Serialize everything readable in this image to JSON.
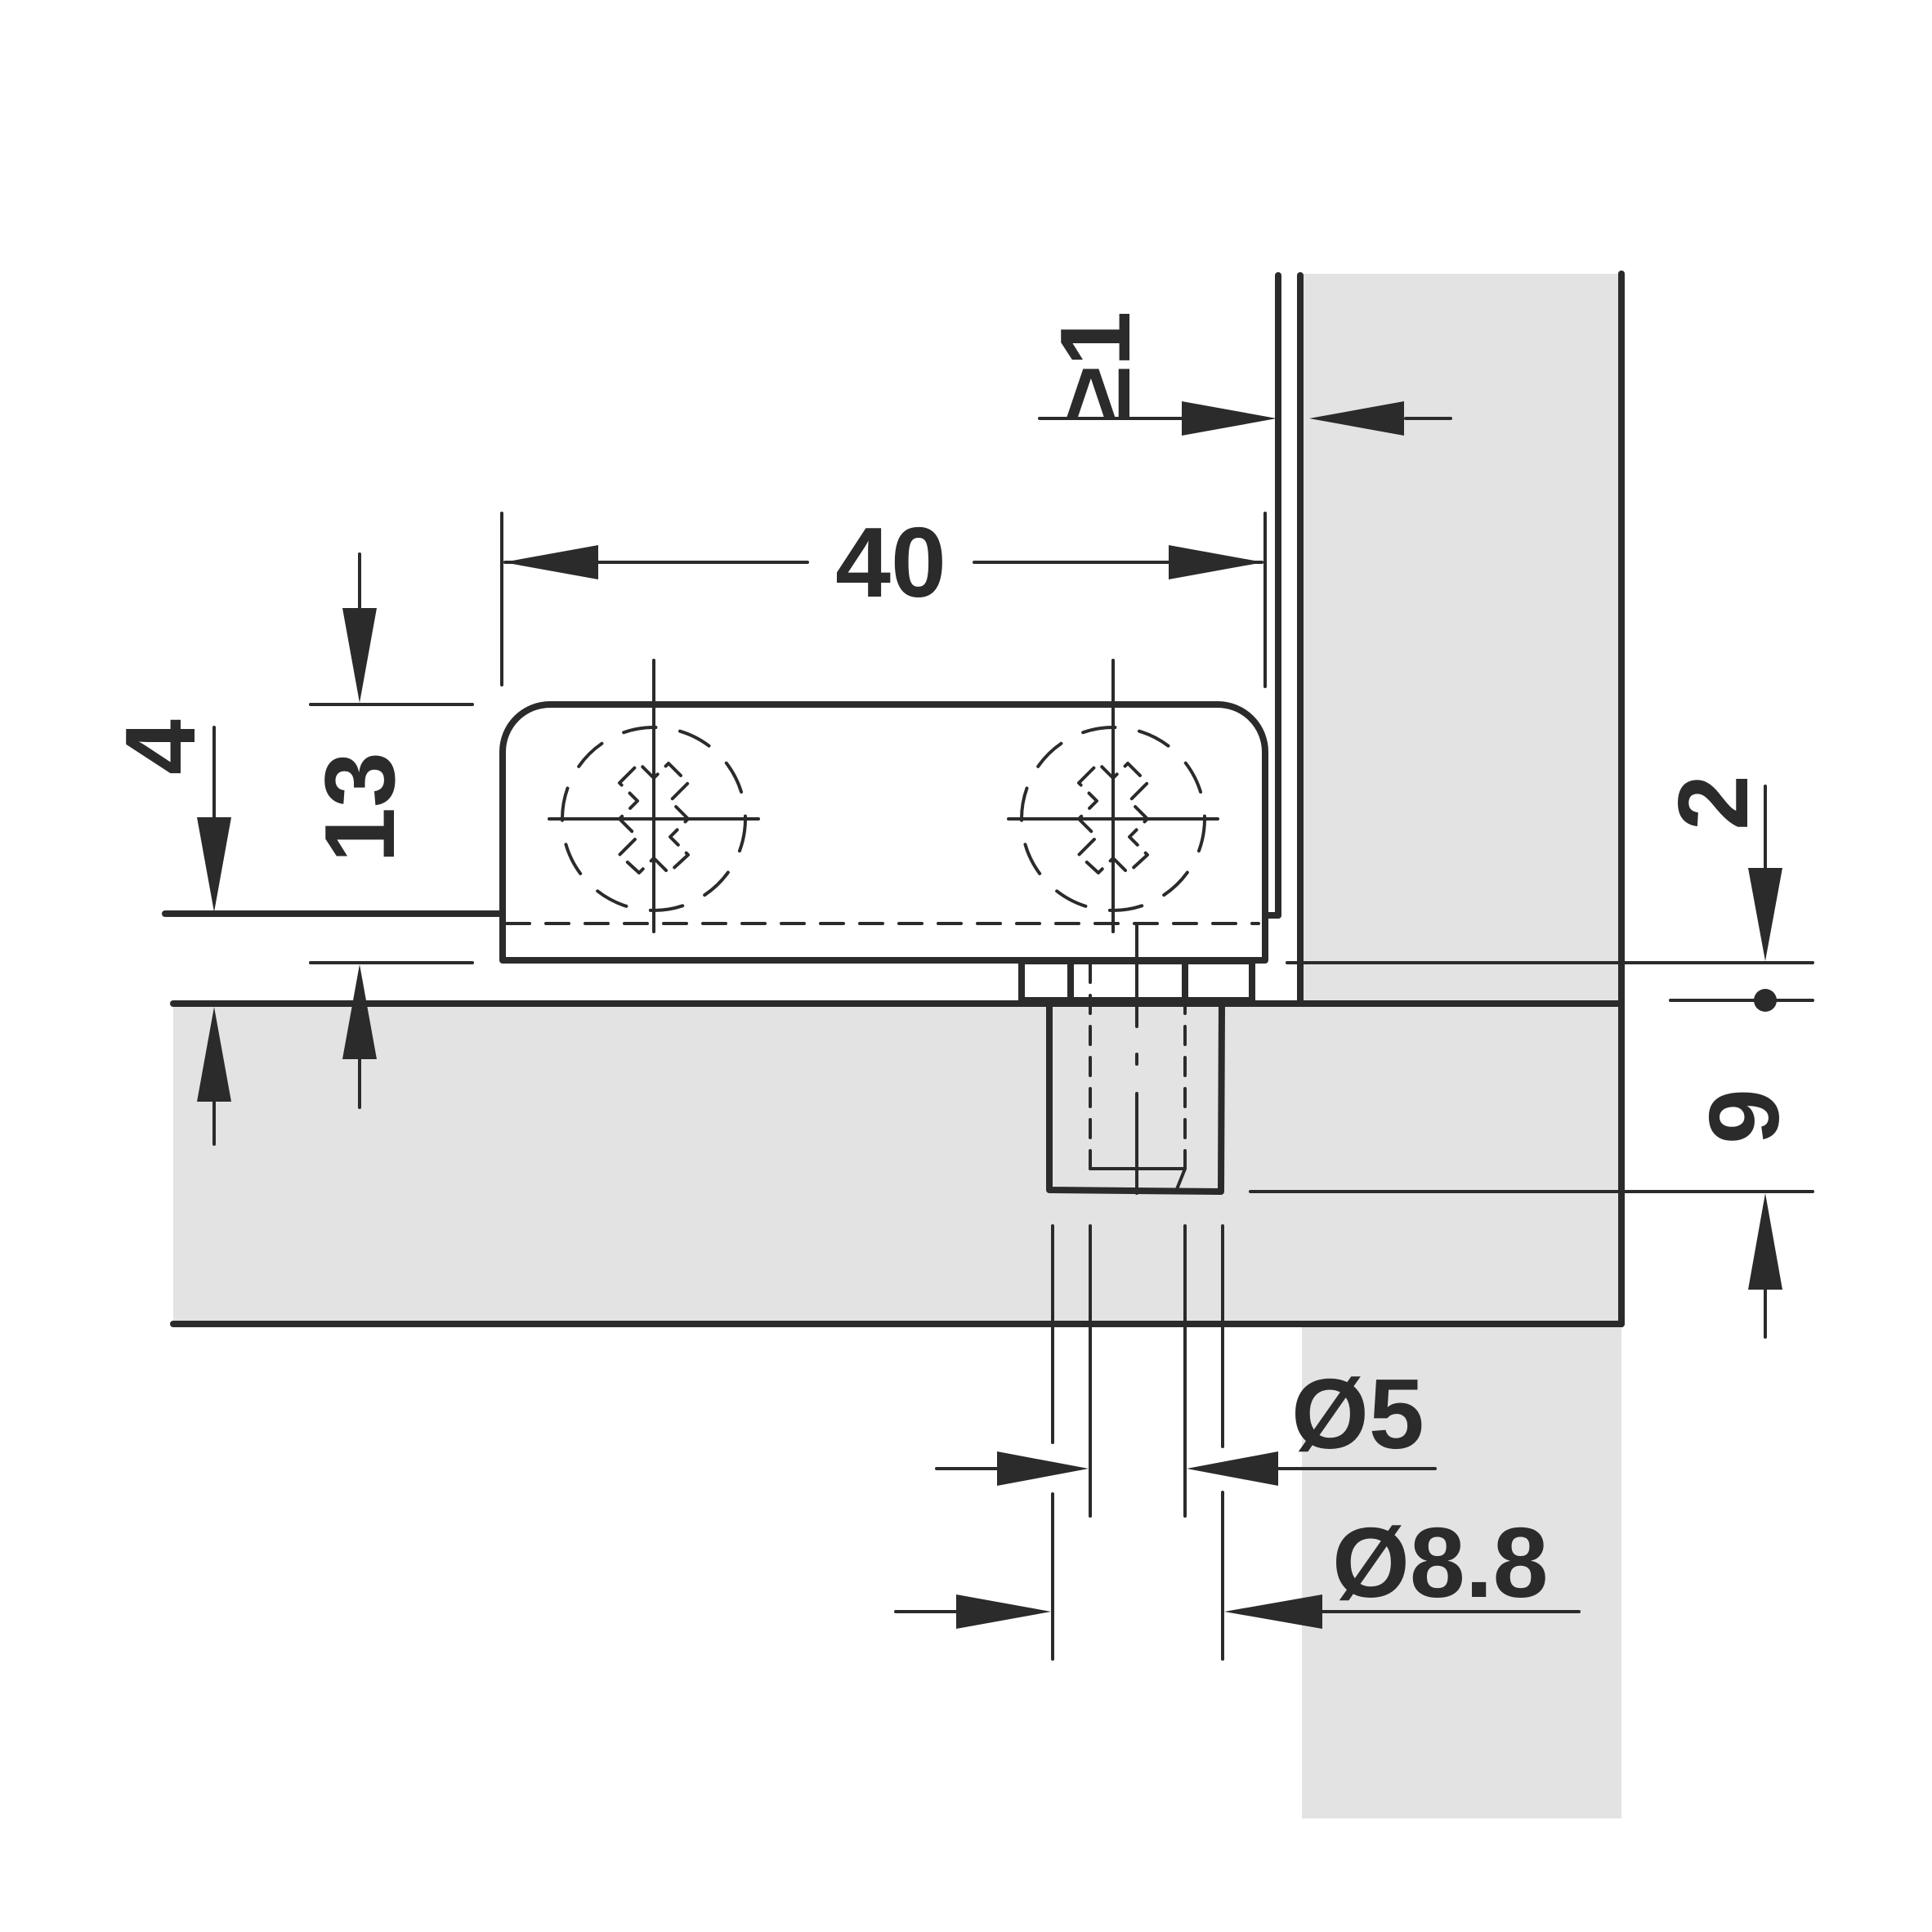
{
  "dimensions": {
    "width_40": "40",
    "gap_min_1": "≥1",
    "height_13": "13",
    "offset_4": "4",
    "offset_2": "2",
    "depth_9": "9",
    "dia_5": "Ø5",
    "dia_8_8": "Ø8.8"
  },
  "colors": {
    "line": "#2b2b2b",
    "panel": "#e3e3e3",
    "background": "#ffffff"
  }
}
